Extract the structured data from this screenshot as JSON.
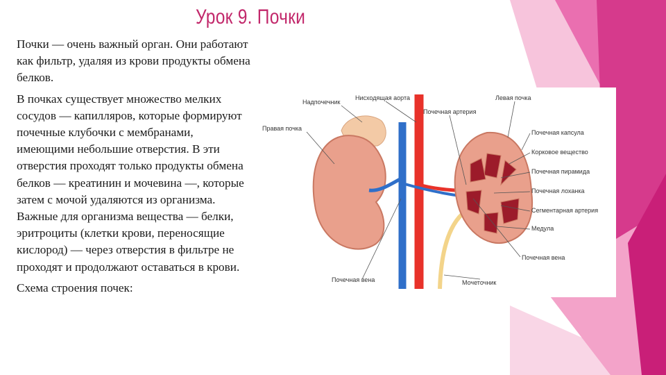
{
  "slide": {
    "title": "Урок 9. Почки",
    "paragraphs": [
      "Почки — очень важный орган. Они работают как фильтр, удаляя из крови продукты обмена белков.",
      "В почках существует множество мелких сосудов — капилляров, которые формируют почечные клубочки с мембранами, имеющими небольшие отверстия. В эти отверстия проходят только продукты обмена белков — креатинин и мочевина —, которые затем с мочой удаляются из организма. Важные для организма вещества — белки, эритроциты (клетки крови, переносящие кислород) — через отверстия в фильтре не проходят и продолжают оставаться в крови.",
      "Схема строения почек:"
    ]
  },
  "diagram": {
    "labels": {
      "right_kidney": "Правая почка",
      "adrenal": "Надпочечник",
      "aorta": "Нисходящая аорта",
      "renal_artery": "Почечная артерия",
      "left_kidney": "Левая почка",
      "capsule": "Почечная капсула",
      "cortex": "Корковое вещество",
      "pyramid": "Почечная пирамида",
      "pelvis": "Почечная лоханка",
      "segmental_artery": "Сегментарная артерия",
      "medulla": "Медула",
      "renal_vein_r": "Почечная вена",
      "renal_vein_l": "Почечная вена",
      "ureter": "Мочеточник"
    },
    "colors": {
      "artery": "#e8322a",
      "vein": "#2f6fc9",
      "kidney": "#e9a08c",
      "pyramid": "#9c1b2a",
      "accent": "#c2286b"
    }
  }
}
